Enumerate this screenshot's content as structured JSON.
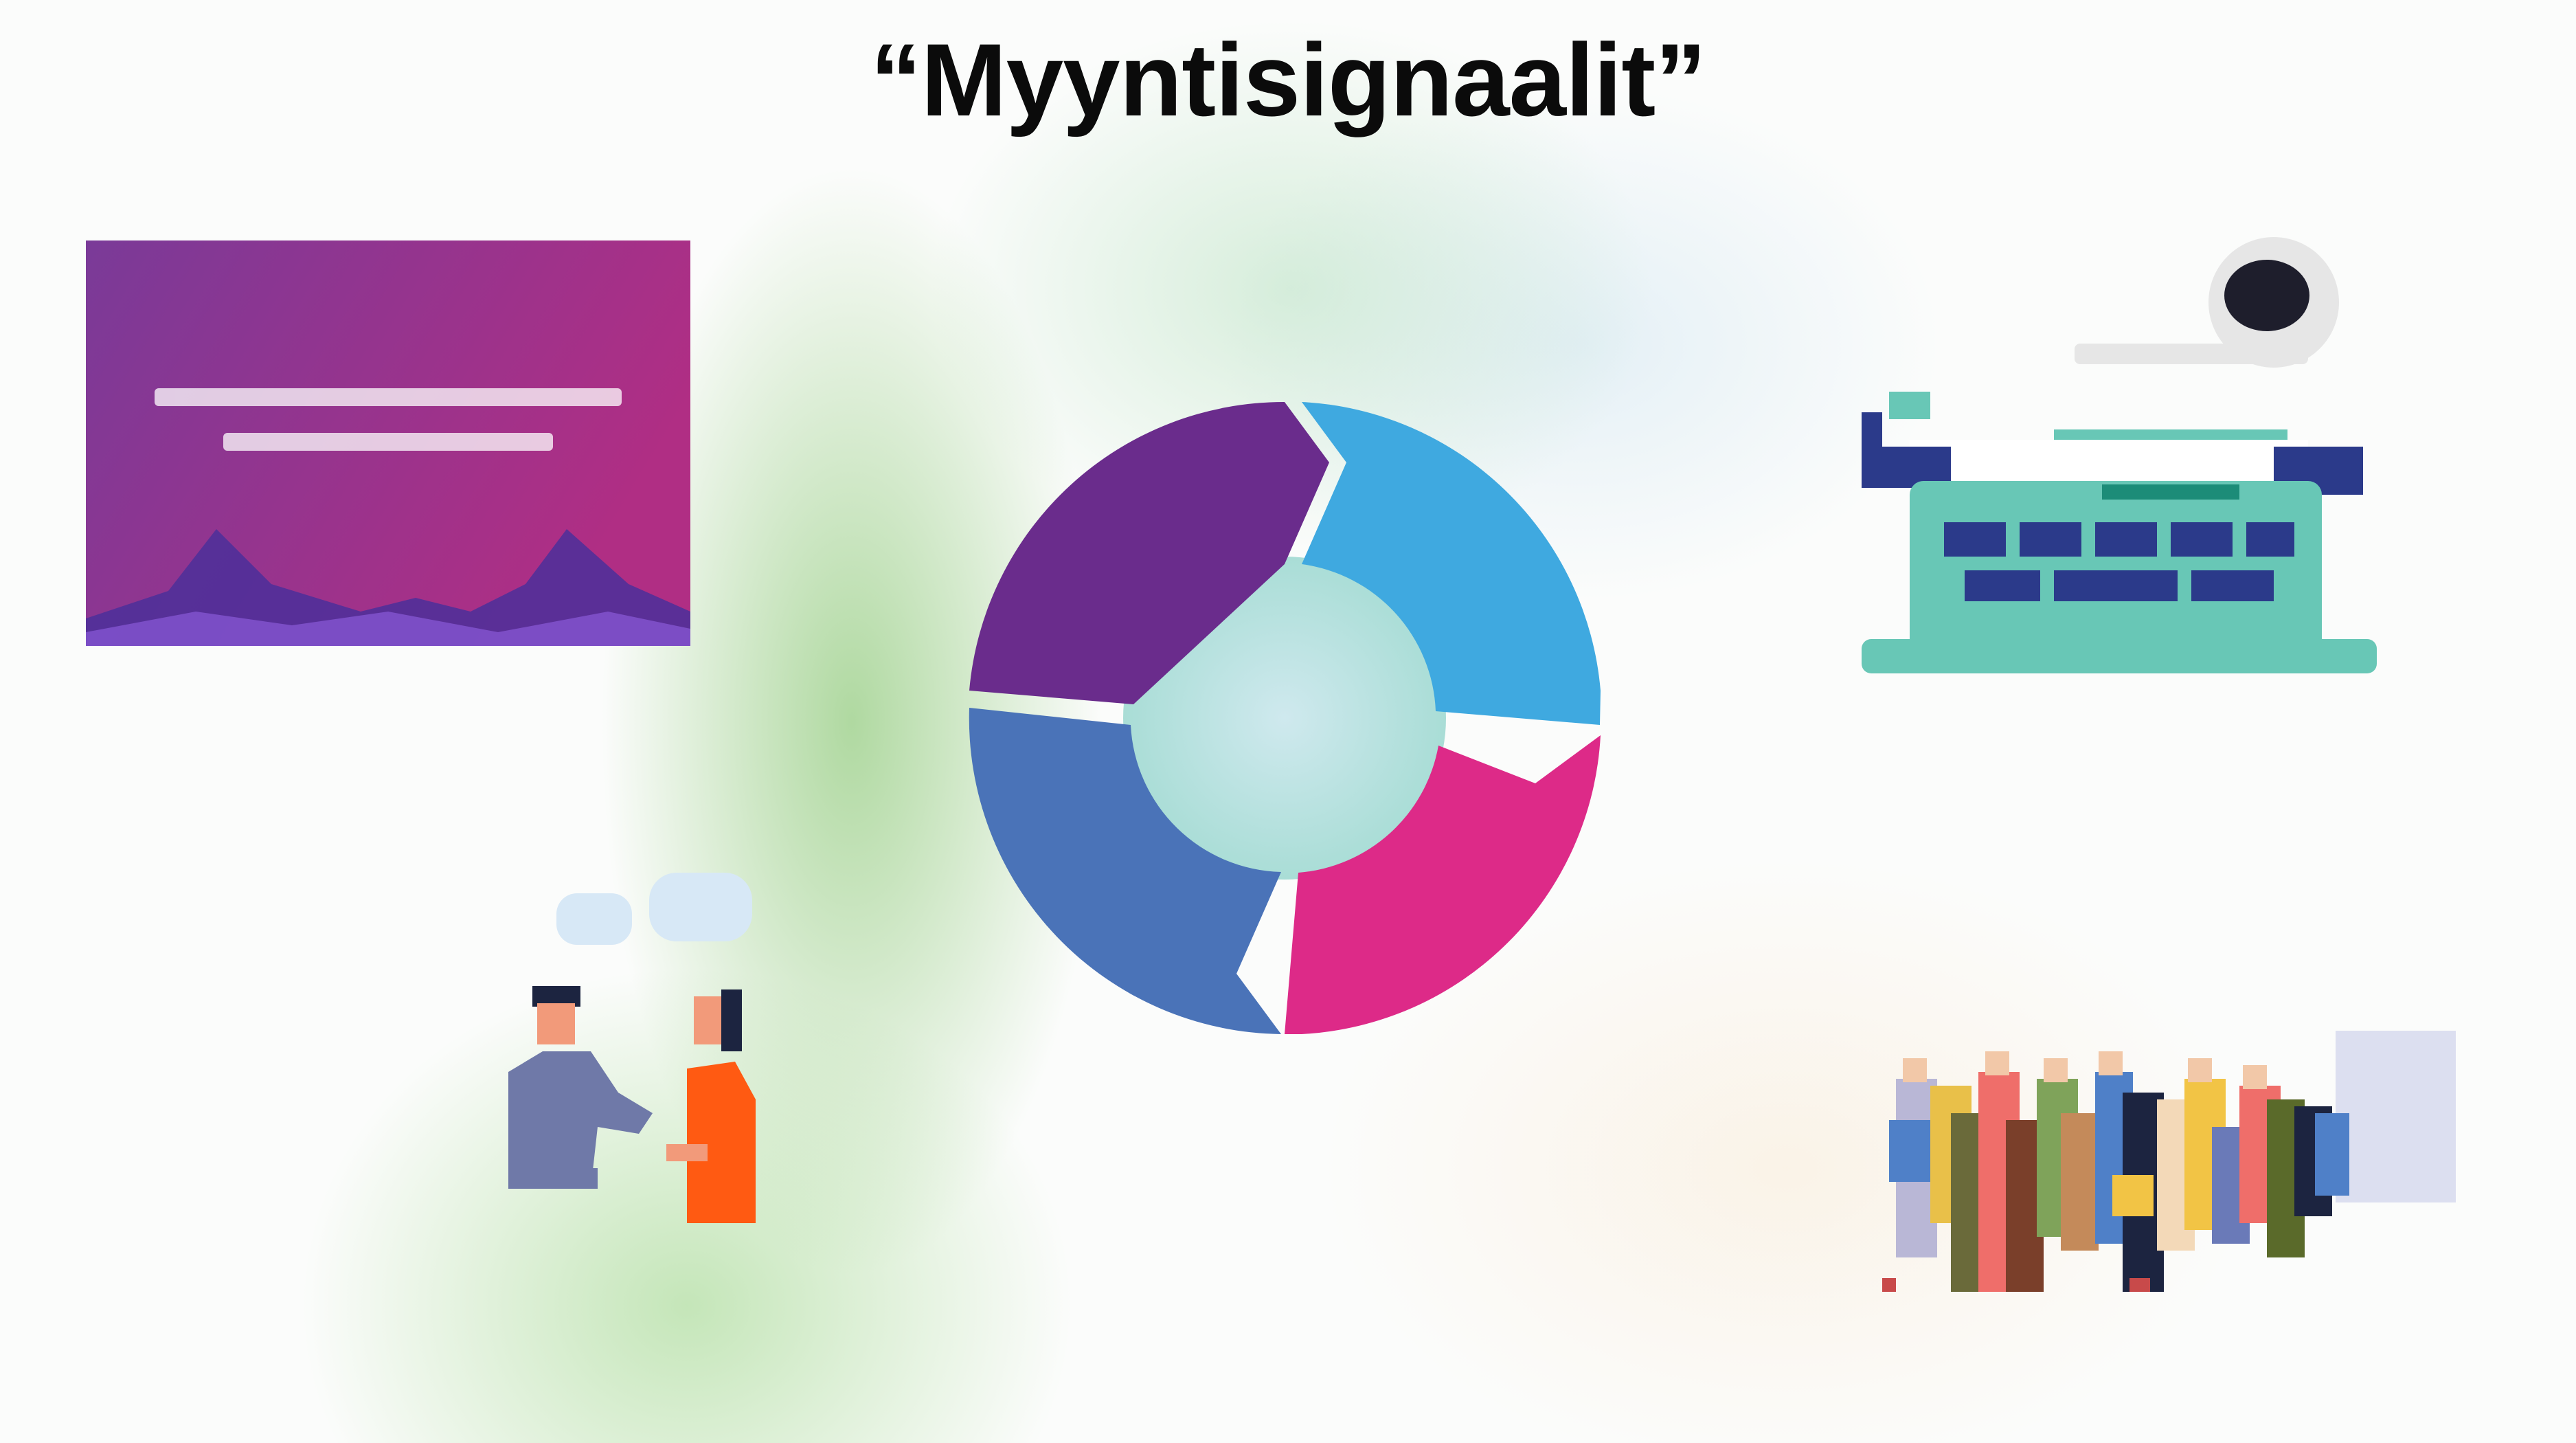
{
  "title": "“Myyntisignaalit”",
  "colors": {
    "purple": "#6a2c8c",
    "blue": "#3fa9e0",
    "pink": "#dd2a88",
    "indigo": "#4a73b8",
    "center": "#b2e0df"
  },
  "labels": {
    "top_left": "",
    "top_right": "",
    "bottom_left": "",
    "bottom_right": ""
  },
  "captions": {
    "typewriter": "",
    "conversation": "",
    "crowd": ""
  },
  "illustrations": [
    "purple-card-image",
    "typewriter-illustration",
    "conversation-illustration",
    "crowd-illustration"
  ]
}
